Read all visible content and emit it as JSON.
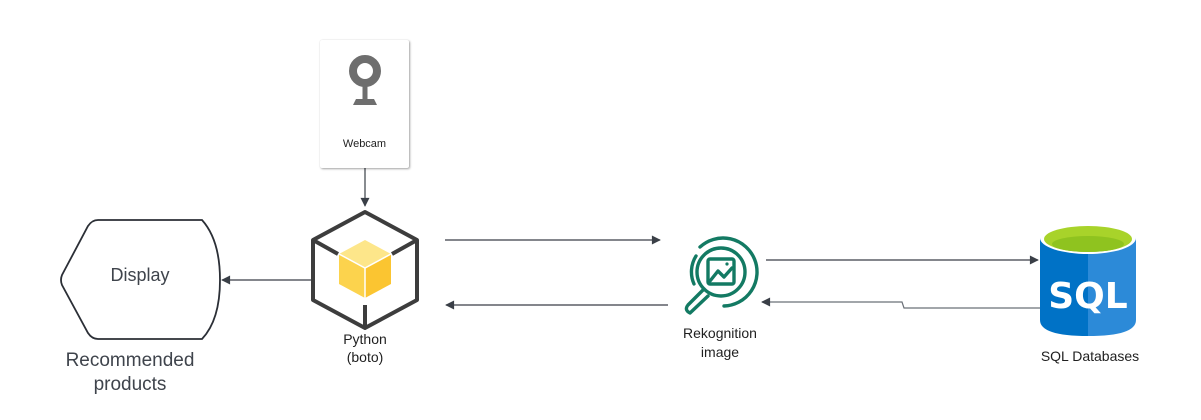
{
  "diagram": {
    "nodes": {
      "webcam": {
        "label": "Webcam",
        "icon": "webcam-icon"
      },
      "python": {
        "label_line1": "Python",
        "label_line2": "(boto)",
        "icon": "cube-icon"
      },
      "display": {
        "label": "Display",
        "caption_line1": "Recommended",
        "caption_line2": "products",
        "shape": "display-shape"
      },
      "rekognition": {
        "label_line1": "Rekognition",
        "label_line2": "image",
        "icon": "magnifier-image-icon"
      },
      "sql": {
        "label": "SQL Databases",
        "icon_text": "SQL",
        "icon": "database-icon"
      }
    },
    "edges": [
      {
        "from": "webcam",
        "to": "python"
      },
      {
        "from": "python",
        "to": "display"
      },
      {
        "from": "python",
        "to": "rekognition"
      },
      {
        "from": "rekognition",
        "to": "python"
      },
      {
        "from": "rekognition",
        "to": "sql"
      },
      {
        "from": "sql",
        "to": "rekognition"
      }
    ],
    "colors": {
      "line": "#3a3f47",
      "cube": "#fcd34d",
      "hex_stroke": "#3d3d3d",
      "webcam": "#6e6e6e",
      "rekognition": "#137a63",
      "sql_dark": "#0072c6",
      "sql_light": "#2c8ad8",
      "sql_top": "#a8d32a",
      "text": "#1f1f1f",
      "display_text": "#3f444c"
    }
  }
}
